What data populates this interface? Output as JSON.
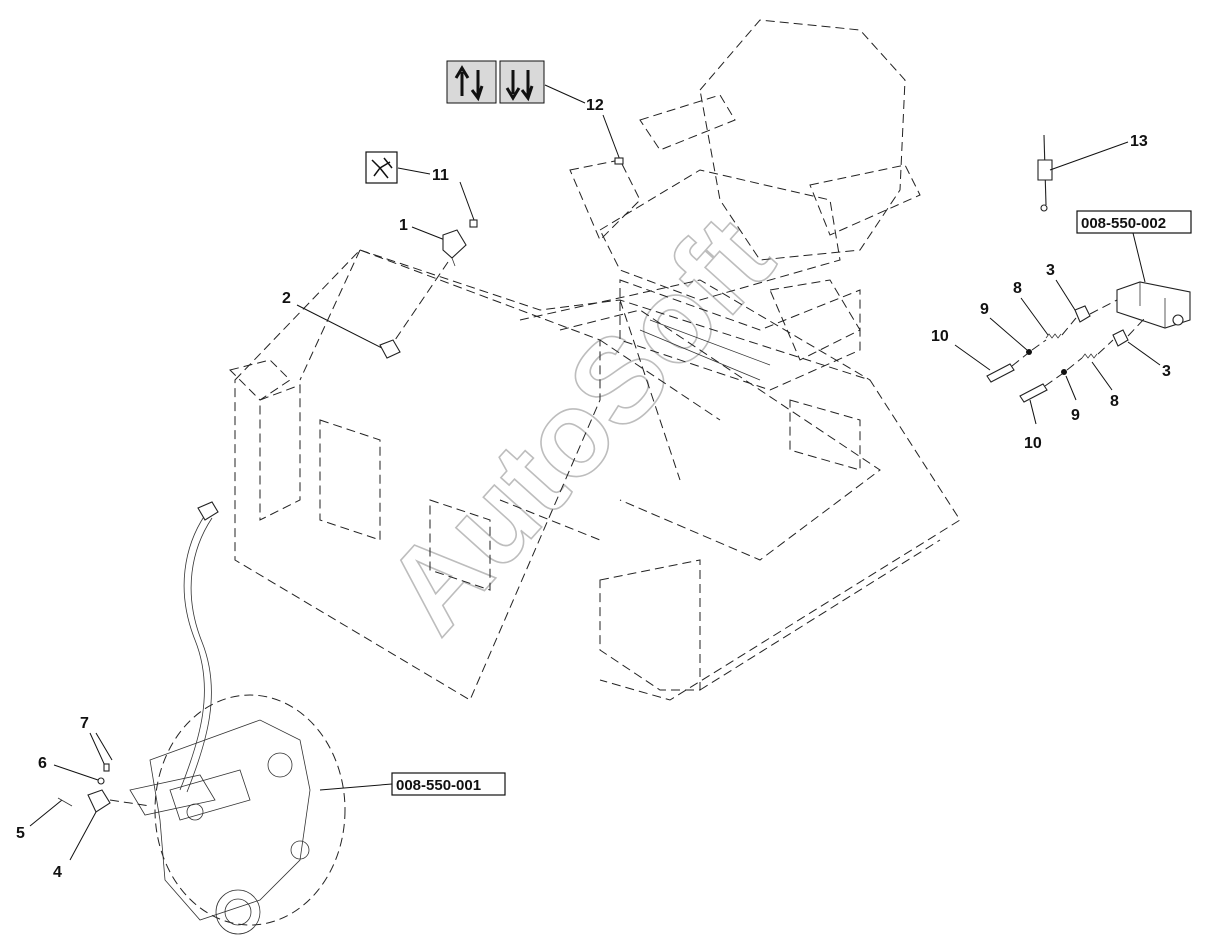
{
  "diagram": {
    "watermark": "AutoSoft",
    "callouts": {
      "c1": "1",
      "c2": "2",
      "c3a": "3",
      "c3b": "3",
      "c4": "4",
      "c5": "5",
      "c6": "6",
      "c7": "7",
      "c8a": "8",
      "c8b": "8",
      "c9a": "9",
      "c9b": "9",
      "c10a": "10",
      "c10b": "10",
      "c11": "11",
      "c12": "12",
      "c13": "13"
    },
    "references": {
      "ref_valve_block": "008-550-002",
      "ref_axle_assembly": "008-550-001"
    },
    "icons": [
      "lift-arrow-up-icon",
      "lift-arrow-down-icon",
      "operator-presence-icon"
    ],
    "colors": {
      "line": "#111111",
      "watermark": "#bdbdbd",
      "symbol_fill": "#d9d9d9"
    }
  }
}
